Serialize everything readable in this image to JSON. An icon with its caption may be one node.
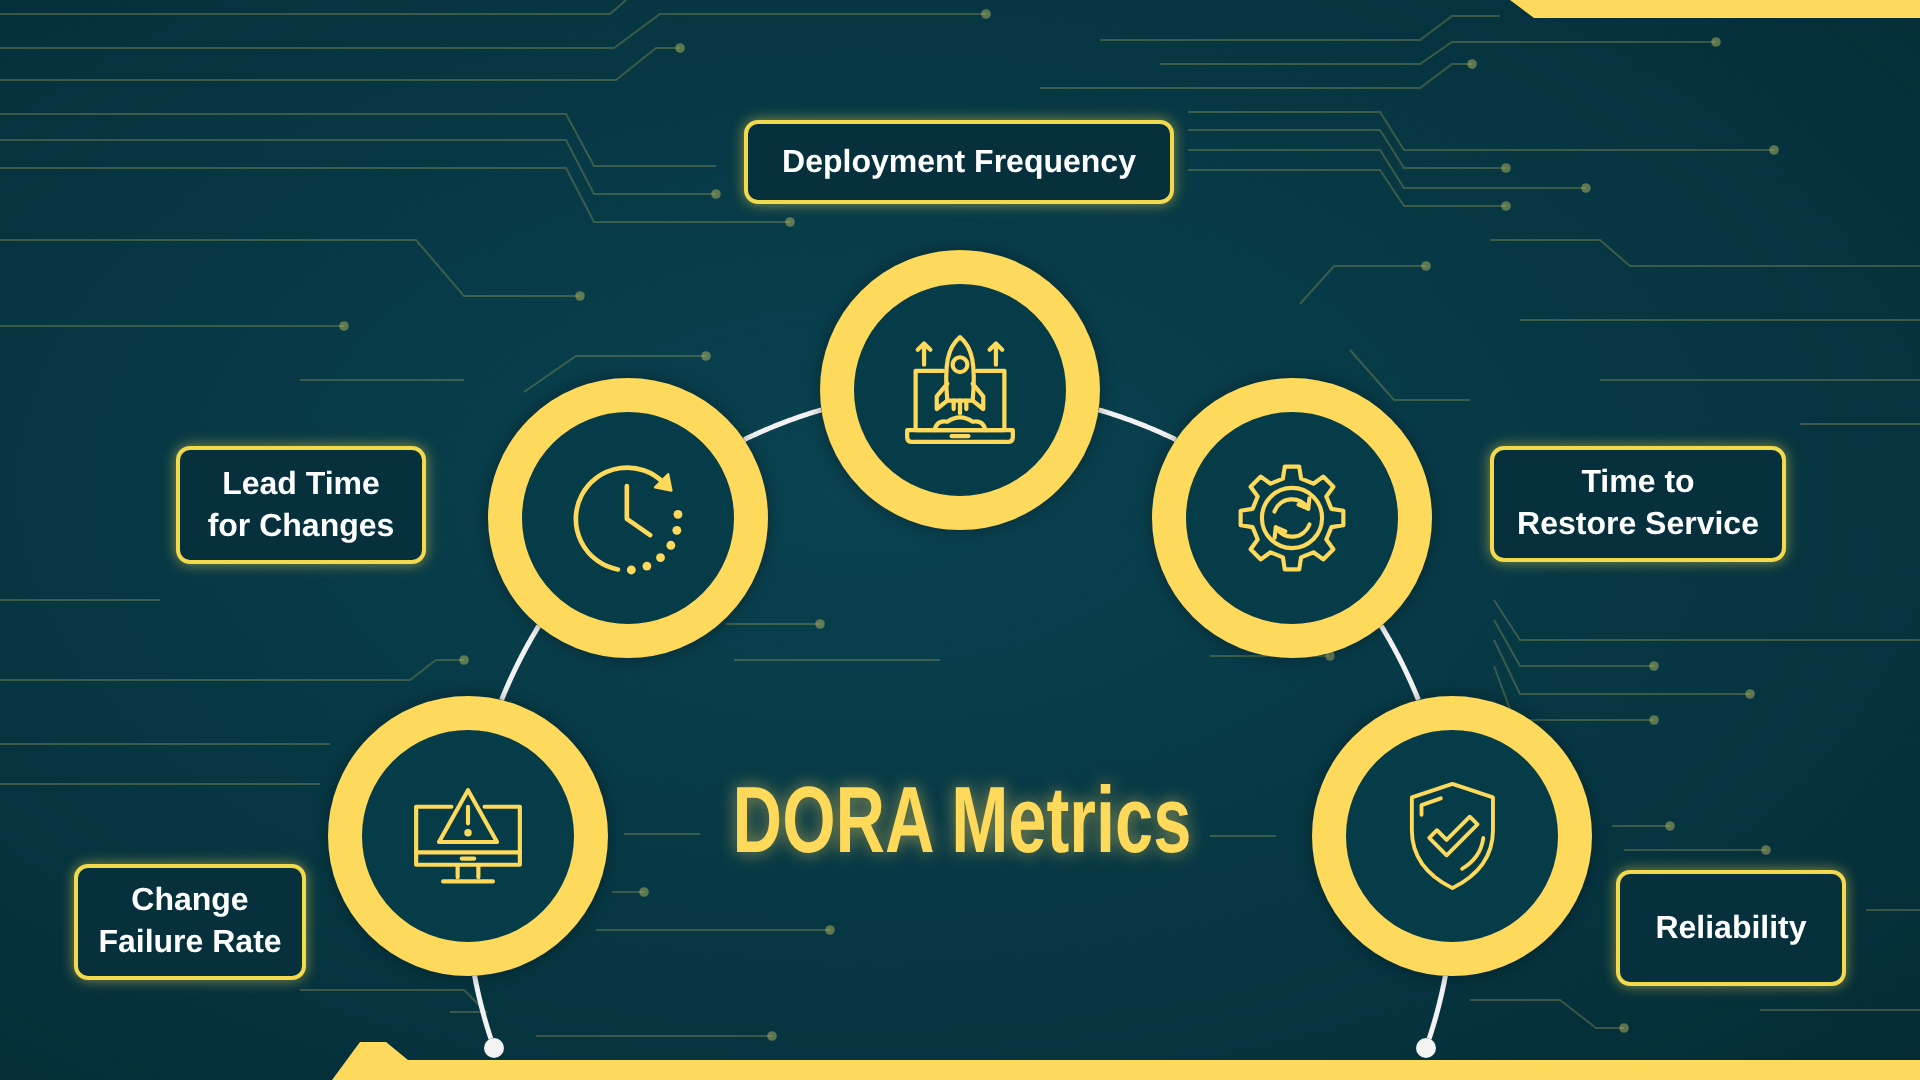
{
  "diagram": {
    "title": "DORA Metrics",
    "nodes": [
      {
        "text": [
          "Deployment Frequency"
        ]
      },
      {
        "text": [
          "Lead Time for Changes"
        ]
      },
      {
        "text": [
          "Time to Restore Service"
        ]
      },
      {
        "text": [
          "Change Failure Rate"
        ]
      },
      {
        "text": [
          "Reliability"
        ]
      },
      {
        "text": [],
        "shape": "circle"
      },
      {
        "text": [],
        "shape": "circle"
      },
      {
        "text": [],
        "shape": "circle"
      },
      {
        "text": [],
        "shape": "circle"
      },
      {
        "text": [],
        "shape": "circle"
      },
      {
        "text": [],
        "shape": "dot"
      },
      {
        "text": [],
        "shape": "dot"
      }
    ],
    "edges": [
      {
        "from": 10,
        "to": 5,
        "arrow": "none"
      },
      {
        "from": 5,
        "to": 6,
        "arrow": "none"
      },
      {
        "from": 6,
        "to": 7,
        "arrow": "none"
      },
      {
        "from": 7,
        "to": 8,
        "arrow": "none"
      },
      {
        "from": 8,
        "to": 9,
        "arrow": "none"
      },
      {
        "from": 9,
        "to": 11,
        "arrow": "none"
      }
    ]
  }
}
